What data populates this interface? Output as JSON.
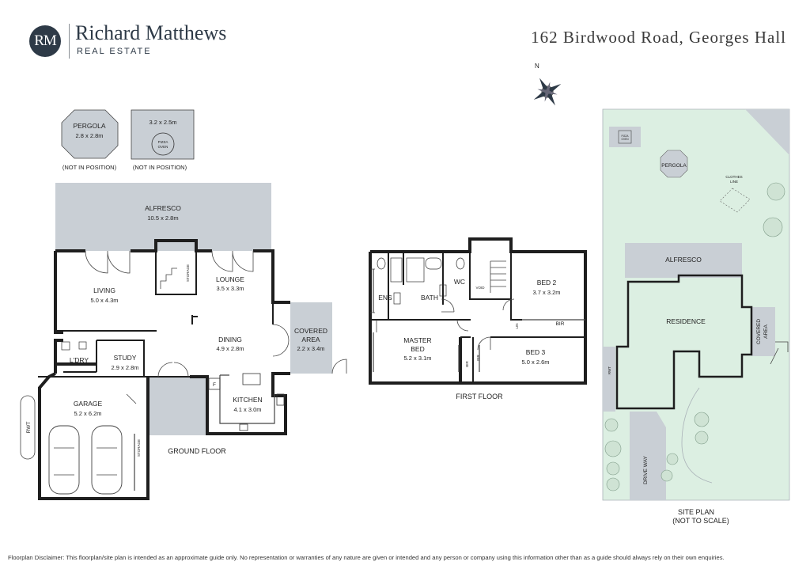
{
  "brand": {
    "logo_initials": "RM",
    "name": "Richard Matthews",
    "subtitle": "REAL ESTATE"
  },
  "address": "162 Birdwood Road, Georges Hall",
  "compass": {
    "north_label": "N"
  },
  "colors": {
    "wall": "#1e1e1e",
    "outdoor_fill": "#c9cfd5",
    "lawn_fill": "#dcefe2",
    "plant_fill": "#cfe3d4",
    "brand": "#2e3a47"
  },
  "detached": {
    "pergola": {
      "name": "PERGOLA",
      "size": "2.8 x 2.8m",
      "note": "(NOT IN POSITION)"
    },
    "pizza_pad": {
      "size": "3.2 x 2.5m",
      "oven_line1": "PIZZA",
      "oven_line2": "OVEN",
      "note": "(NOT IN POSITION)"
    }
  },
  "ground_floor": {
    "label": "GROUND FLOOR",
    "rooms": {
      "alfresco": {
        "name": "ALFRESCO",
        "size": "10.5 x 2.8m"
      },
      "living": {
        "name": "LIVING",
        "size": "5.0 x 4.3m"
      },
      "storage_stair": "STORAGE",
      "lounge": {
        "name": "LOUNGE",
        "size": "3.5 x 3.3m"
      },
      "dining": {
        "name": "DINING",
        "size": "4.9 x 2.8m"
      },
      "covered_area": {
        "line1": "COVERED",
        "line2": "AREA",
        "size": "2.2 x 3.4m"
      },
      "laundry": {
        "name": "L'DRY"
      },
      "study": {
        "name": "STUDY",
        "size": "2.9 x 2.8m"
      },
      "kitchen": {
        "name": "KITCHEN",
        "size": "4.1 x 3.0m",
        "fridge": "F"
      },
      "garage": {
        "name": "GARAGE",
        "size": "5.2 x 6.2m"
      },
      "garage_storage": "STORAGE",
      "rwt": "RWT"
    }
  },
  "first_floor": {
    "label": "FIRST FLOOR",
    "rooms": {
      "ens": "ENS",
      "bath": "BATH",
      "wc": "WC",
      "void": "VOID",
      "bed2": {
        "name": "BED 2",
        "size": "3.7 x 3.2m"
      },
      "bir_bed2": "BIR",
      "lin": "LIN",
      "master": {
        "line1": "MASTER",
        "line2": "BED",
        "size": "5.2 x 3.1m"
      },
      "bir_master": "BIR",
      "bir_bed3": "BIR",
      "bed3": {
        "name": "BED 3",
        "size": "5.0 x 2.6m"
      }
    }
  },
  "site_plan": {
    "label_line1": "SITE PLAN",
    "label_line2": "(NOT TO SCALE)",
    "pizza_line1": "PIZZA",
    "pizza_line2": "OVEN",
    "pergola": "PERGOLA",
    "clothes_line1": "CLOTHES",
    "clothes_line2": "LINE",
    "alfresco": "ALFRESCO",
    "residence": "RESIDENCE",
    "covered_line1": "COVERED",
    "covered_line2": "AREA",
    "rwt": "RWT",
    "driveway": "DRIVE WAY"
  },
  "disclaimer": {
    "label": "Floorplan Disclaimer:",
    "text": "This floorplan/site plan is intended as an approximate guide only. No representation or warranties of any nature are given or intended and any person or company using this information other than as a guide should always rely on their own enquiries."
  }
}
